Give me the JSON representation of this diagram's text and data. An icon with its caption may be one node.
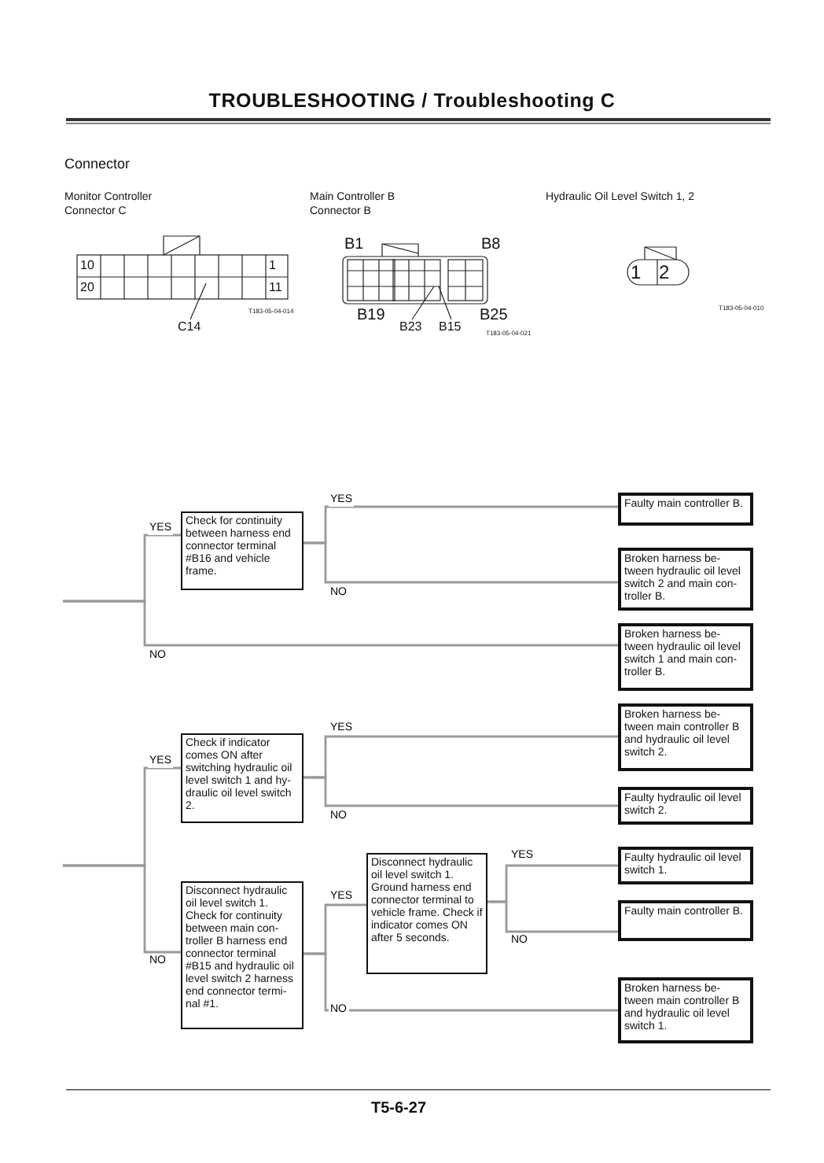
{
  "diagram": {
    "title": "TROUBLESHOOTING / Troubleshooting C",
    "nodes": [
      {
        "text": [
          "Check for continuity between harness end connector terminal #B16 and vehicle frame."
        ]
      },
      {
        "text": [
          "Faulty main controller B."
        ]
      },
      {
        "text": [
          "Broken harness be- tween hydraulic oil level switch 2 and main con- troller B."
        ]
      },
      {
        "text": [
          "Broken harness be- tween hydraulic oil level switch 1 and main con- troller B."
        ]
      },
      {
        "text": [
          "Check if indicator comes ON after switching hydraulic oil level switch 1 and hy- draulic oil level switch 2."
        ]
      },
      {
        "text": [
          "Broken harness be- tween main controller B and hydraulic oil level switch 2."
        ]
      },
      {
        "text": [
          "Faulty hydraulic oil level switch 2."
        ]
      },
      {
        "text": [
          "Disconnect hydraulic oil level switch 1. Check for continuity between main con- troller B harness end connector terminal #B15 and hydraulic oil level switch 2 harness end connector termi- nal #1."
        ]
      },
      {
        "text": [
          "Disconnect hydraulic oil level switch 1. Ground harness end connector terminal to vehicle frame. Check if indicator comes ON after 5 seconds."
        ]
      },
      {
        "text": [
          "Faulty hydraulic oil level switch 1."
        ]
      },
      {
        "text": [
          "Faulty main controller B."
        ]
      },
      {
        "text": [
          "Broken harness be- tween main controller B and hydraulic oil level switch 1."
        ]
      },
      {
        "text": [
          "C14"
        ]
      },
      {
        "text": [
          "B23"
        ]
      },
      {
        "text": [
          "B15"
        ]
      }
    ],
    "edges": [
      {
        "from": null,
        "to": 0,
        "arrow": "none",
        "label": "YES"
      },
      {
        "from": null,
        "to": 3,
        "arrow": "none",
        "label": "NO"
      },
      {
        "from": 0,
        "to": 1,
        "arrow": "none",
        "label": "YES"
      },
      {
        "from": 0,
        "to": 2,
        "arrow": "none",
        "label": "NO"
      },
      {
        "from": null,
        "to": 4,
        "arrow": "none",
        "label": "YES"
      },
      {
        "from": null,
        "to": 7,
        "arrow": "none",
        "label": "NO"
      },
      {
        "from": 4,
        "to": 5,
        "arrow": "none",
        "label": "YES"
      },
      {
        "from": 4,
        "to": 6,
        "arrow": "none",
        "label": "NO"
      },
      {
        "from": 7,
        "to": 8,
        "arrow": "none",
        "label": "YES"
      },
      {
        "from": 7,
        "to": 11,
        "arrow": "none",
        "label": "NO"
      },
      {
        "from": 8,
        "to": 9,
        "arrow": "none",
        "label": "YES"
      },
      {
        "from": 8,
        "to": 10,
        "arrow": "none",
        "label": "NO"
      },
      {
        "from": 12,
        "to": null,
        "arrow": "none",
        "color": "#222222"
      },
      {
        "from": 13,
        "to": null,
        "arrow": "none",
        "color": "#222222"
      },
      {
        "from": 14,
        "to": null,
        "arrow": "none",
        "color": "#222222"
      }
    ],
    "labels": [
      "Connector",
      "Monitor Controller Connector C",
      "Main Controller B Connector B",
      "Hydraulic Oil Level Switch 1, 2",
      "10",
      "1",
      "B1",
      "B8",
      "20",
      "11",
      "1",
      "2",
      "T183-05-04-014",
      "B19",
      "B25",
      "T183-05-04-010",
      "T183-05-04-021",
      "T5-6-27"
    ]
  }
}
